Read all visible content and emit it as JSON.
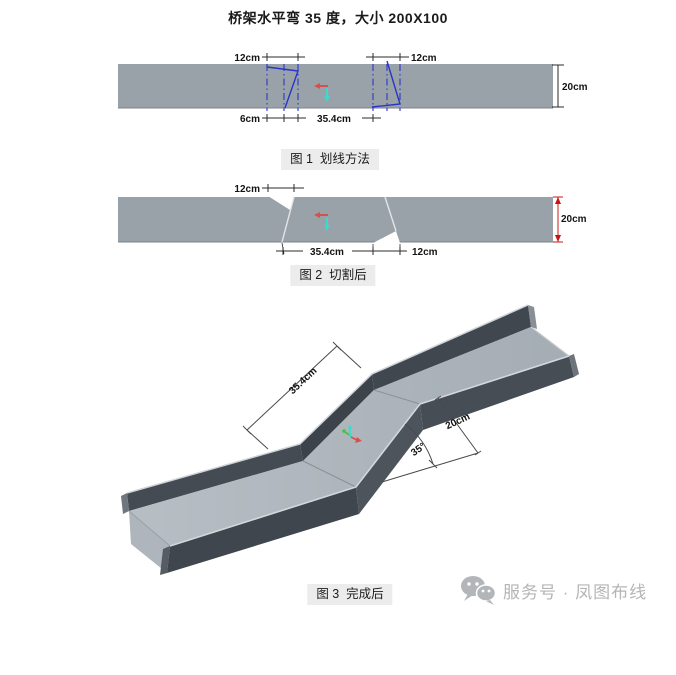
{
  "title": "桥架水平弯 35 度，大小 200X100",
  "figure1": {
    "caption": "图 1  划线方法",
    "dim_top_left": "12cm",
    "dim_top_right": "12cm",
    "dim_bottom_left": "6cm",
    "dim_bottom_span": "35.4cm",
    "dim_height": "20cm"
  },
  "figure2": {
    "caption": "图 2  切割后",
    "dim_top_left": "12cm",
    "dim_bottom_span": "35.4cm",
    "dim_bottom_right": "12cm",
    "dim_height": "20cm"
  },
  "figure3": {
    "caption": "图 3  完成后",
    "dim_slope": "35.4cm",
    "dim_width": "20cm",
    "dim_angle": "35°"
  },
  "watermark": {
    "icon": "wechat-icon",
    "label": "服务号 · 凤图布线"
  },
  "colors": {
    "bar_gray": "#9aa2a9",
    "mark_blue": "#2a35c8",
    "dim_red": "#cc1414",
    "axis_red": "#d94f4f",
    "axis_cyan": "#3fd8cc",
    "axis_green": "#46c341",
    "watermark_gray": "#b5b5b5"
  }
}
